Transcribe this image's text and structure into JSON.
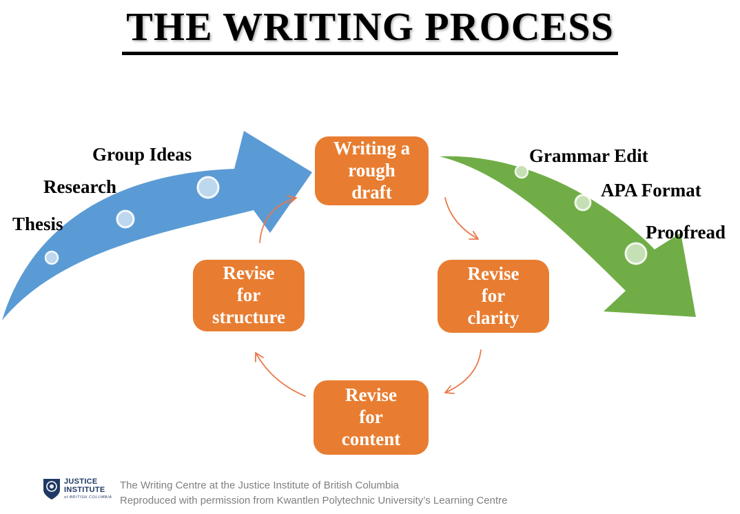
{
  "title": "THE WRITING PROCESS",
  "colors": {
    "box_orange": "#E87D31",
    "connector_orange": "#E8794A",
    "blue_arrow": "#5B9BD5",
    "blue_circle": "#BDD7EE",
    "green_arrow": "#70AD47",
    "green_circle": "#C5E0B4",
    "logo_navy": "#1F3864",
    "footer_gray": "#7F7F7F"
  },
  "prewriting_labels": [
    "Thesis",
    "Research",
    "Group Ideas"
  ],
  "editing_labels": [
    "Grammar Edit",
    "APA Format",
    "Proofread"
  ],
  "boxes": {
    "draft": {
      "lines": [
        "Writing a",
        "rough",
        "draft"
      ]
    },
    "clarity": {
      "lines": [
        "Revise",
        "for",
        "clarity"
      ]
    },
    "content": {
      "lines": [
        "Revise",
        "for",
        "content"
      ]
    },
    "structure": {
      "lines": [
        "Revise",
        "for",
        "structure"
      ]
    }
  },
  "footer": {
    "logo": {
      "line1": "JUSTICE",
      "line2": "INSTITUTE",
      "line3": "of BRITISH COLUMBIA"
    },
    "credit_line1": "The Writing Centre at the Justice Institute of British Columbia",
    "credit_line2": "Reproduced with permission from Kwantlen Polytechnic University’s Learning Centre"
  }
}
